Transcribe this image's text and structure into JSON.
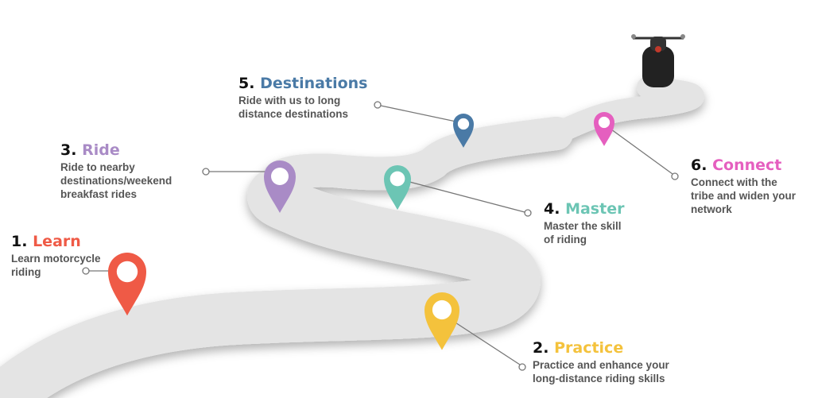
{
  "steps": [
    {
      "num": "1.",
      "title": "Learn",
      "desc_lines": [
        "Learn motorcycle",
        "riding"
      ],
      "color": "#ef5a46"
    },
    {
      "num": "2.",
      "title": "Practice",
      "desc_lines": [
        "Practice and enhance your",
        "long-distance riding skills"
      ],
      "color": "#f4c23c"
    },
    {
      "num": "3.",
      "title": "Ride",
      "desc_lines": [
        "Ride to nearby",
        "destinations/weekend",
        "breakfast rides"
      ],
      "color": "#a98bc6"
    },
    {
      "num": "4.",
      "title": "Master",
      "desc_lines": [
        "Master the skill",
        "of riding"
      ],
      "color": "#6cc5b4"
    },
    {
      "num": "5.",
      "title": "Destinations",
      "desc_lines": [
        "Ride with us to long",
        "distance destinations"
      ],
      "color": "#4a7aa6"
    },
    {
      "num": "6.",
      "title": "Connect",
      "desc_lines": [
        "Connect with the",
        "tribe and widen your",
        "network"
      ],
      "color": "#e55fbf"
    }
  ],
  "colors": {
    "road": "#2c2a3a",
    "road_edge": "#e4e4e4",
    "connector": "#777777"
  }
}
